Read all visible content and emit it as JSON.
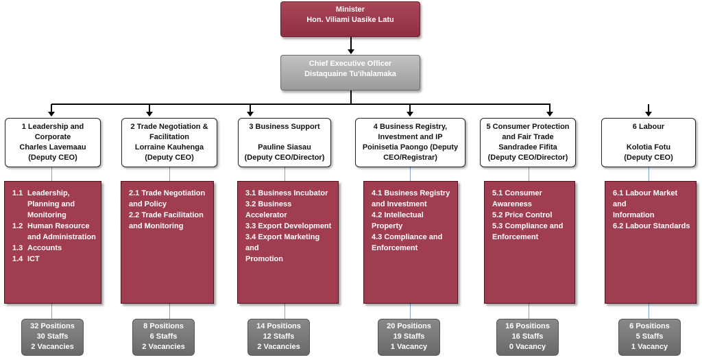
{
  "minister": {
    "title": "Minister",
    "name": "Hon. Viliami Uasike Latu"
  },
  "ceo": {
    "title": "Chief Executive Officer",
    "name": "Distaquaine Tu'ihalamaka"
  },
  "divisions": [
    {
      "head_lines": [
        "1 Leadership and",
        "Corporate",
        "Charles Lavemaau",
        "(Deputy CEO)"
      ],
      "units": [
        {
          "num": "1.1",
          "lines": [
            "Leadership,",
            "Planning and",
            "Monitoring"
          ]
        },
        {
          "num": "1.2",
          "lines": [
            "Human Resource",
            "and Administration"
          ]
        },
        {
          "num": "1.3",
          "lines": [
            "Accounts"
          ]
        },
        {
          "num": "1.4",
          "lines": [
            "ICT"
          ]
        }
      ],
      "positions": "32 Positions",
      "staffs": "30 Staffs",
      "vacancies": "2 Vacancies"
    },
    {
      "head_lines": [
        "2 Trade Negotiation &",
        "Facilitation",
        "Lorraine Kauhenga",
        "(Deputy CEO)"
      ],
      "units": [
        {
          "num": "",
          "lines": [
            "2.1 Trade Negotiation",
            "and Policy"
          ]
        },
        {
          "num": "",
          "lines": [
            "2.2 Trade Facilitation",
            "and Monitoring"
          ]
        }
      ],
      "positions": "8 Positions",
      "staffs": "6 Staffs",
      "vacancies": "2 Vacancies"
    },
    {
      "head_lines": [
        "3 Business Support",
        "",
        "Pauline Siasau",
        "(Deputy CEO/Director)"
      ],
      "units": [
        {
          "num": "",
          "lines": [
            "3.1 Business Incubator"
          ]
        },
        {
          "num": "",
          "lines": [
            "3.2 Business Accelerator"
          ]
        },
        {
          "num": "",
          "lines": [
            "3.3 Export Development"
          ]
        },
        {
          "num": "",
          "lines": [
            "3.4 Export Marketing and",
            "Promotion"
          ]
        }
      ],
      "positions": "14 Positions",
      "staffs": "12 Staffs",
      "vacancies": "2 Vacancies"
    },
    {
      "head_lines": [
        "4 Business Registry,",
        "Investment and IP",
        "Poinisetia Paongo (Deputy",
        "CEO/Registrar)"
      ],
      "units": [
        {
          "num": "",
          "lines": [
            "4.1 Business Registry",
            "and Investment"
          ]
        },
        {
          "num": "",
          "lines": [
            "4.2 Intellectual Property"
          ]
        },
        {
          "num": "",
          "lines": [
            "4.3 Compliance and",
            "Enforcement"
          ]
        }
      ],
      "positions": "20 Positions",
      "staffs": "19 Staffs",
      "vacancies": "1 Vacancy"
    },
    {
      "head_lines": [
        "5 Consumer Protection",
        "and Fair Trade",
        "Sandradee Fifita",
        "(Deputy CEO/Director)"
      ],
      "units": [
        {
          "num": "",
          "lines": [
            "5.1 Consumer",
            "Awareness"
          ]
        },
        {
          "num": "",
          "lines": [
            "5.2 Price Control"
          ]
        },
        {
          "num": "",
          "lines": [
            "5.3 Compliance and",
            "Enforcement"
          ]
        }
      ],
      "positions": "16 Positions",
      "staffs": "16 Staffs",
      "vacancies": "0 Vacancy"
    },
    {
      "head_lines": [
        "6 Labour",
        "",
        "Kolotia Fotu",
        "(Deputy CEO)"
      ],
      "units": [
        {
          "num": "",
          "lines": [
            "6.1 Labour Market and",
            "Information"
          ]
        },
        {
          "num": "",
          "lines": [
            "6.2 Labour Standards"
          ]
        }
      ],
      "positions": "6 Positions",
      "staffs": "5 Staffs",
      "vacancies": "1 Vacancy"
    }
  ]
}
